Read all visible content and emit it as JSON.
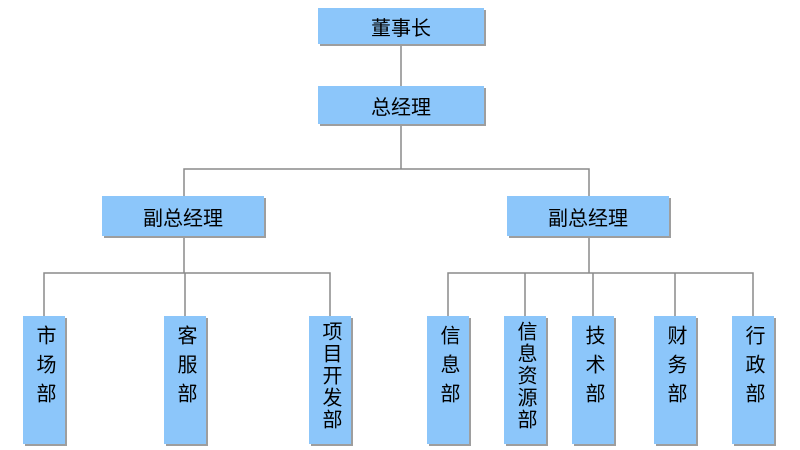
{
  "org_chart": {
    "type": "organization-chart",
    "chairman": "董事长",
    "general_manager": "总经理",
    "deputy_general_manager_left": "副总经理",
    "deputy_general_manager_right": "副总经理",
    "left_departments": [
      "市场部",
      "客服部",
      "项目开发部"
    ],
    "right_departments": [
      "信息部",
      "信息资源部",
      "技术部",
      "财务部",
      "行政部"
    ],
    "colors": {
      "node_fill": "#8CC6FA",
      "connector": "#8A8A8A",
      "text": "#000000",
      "shadow": "#9E9E9E",
      "background": "#FFFFFF"
    }
  }
}
